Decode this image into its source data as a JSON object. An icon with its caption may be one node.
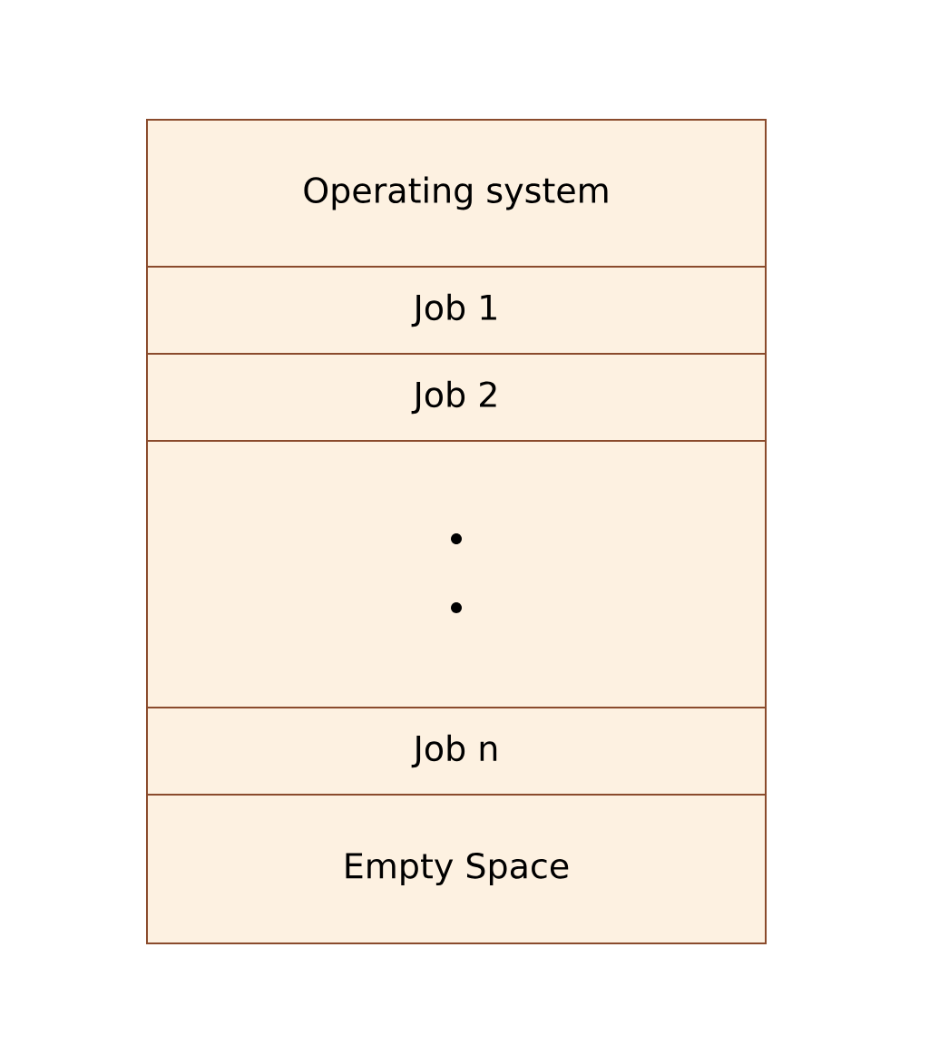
{
  "diagram": {
    "nodes": [
      {
        "text": [
          "Operating system"
        ]
      },
      {
        "text": [
          "Job 1"
        ]
      },
      {
        "text": [
          "Job 2"
        ]
      },
      {
        "text": [],
        "shape": "box"
      },
      {
        "text": [
          "Job n"
        ]
      },
      {
        "text": [
          "Empty Space"
        ]
      }
    ]
  }
}
